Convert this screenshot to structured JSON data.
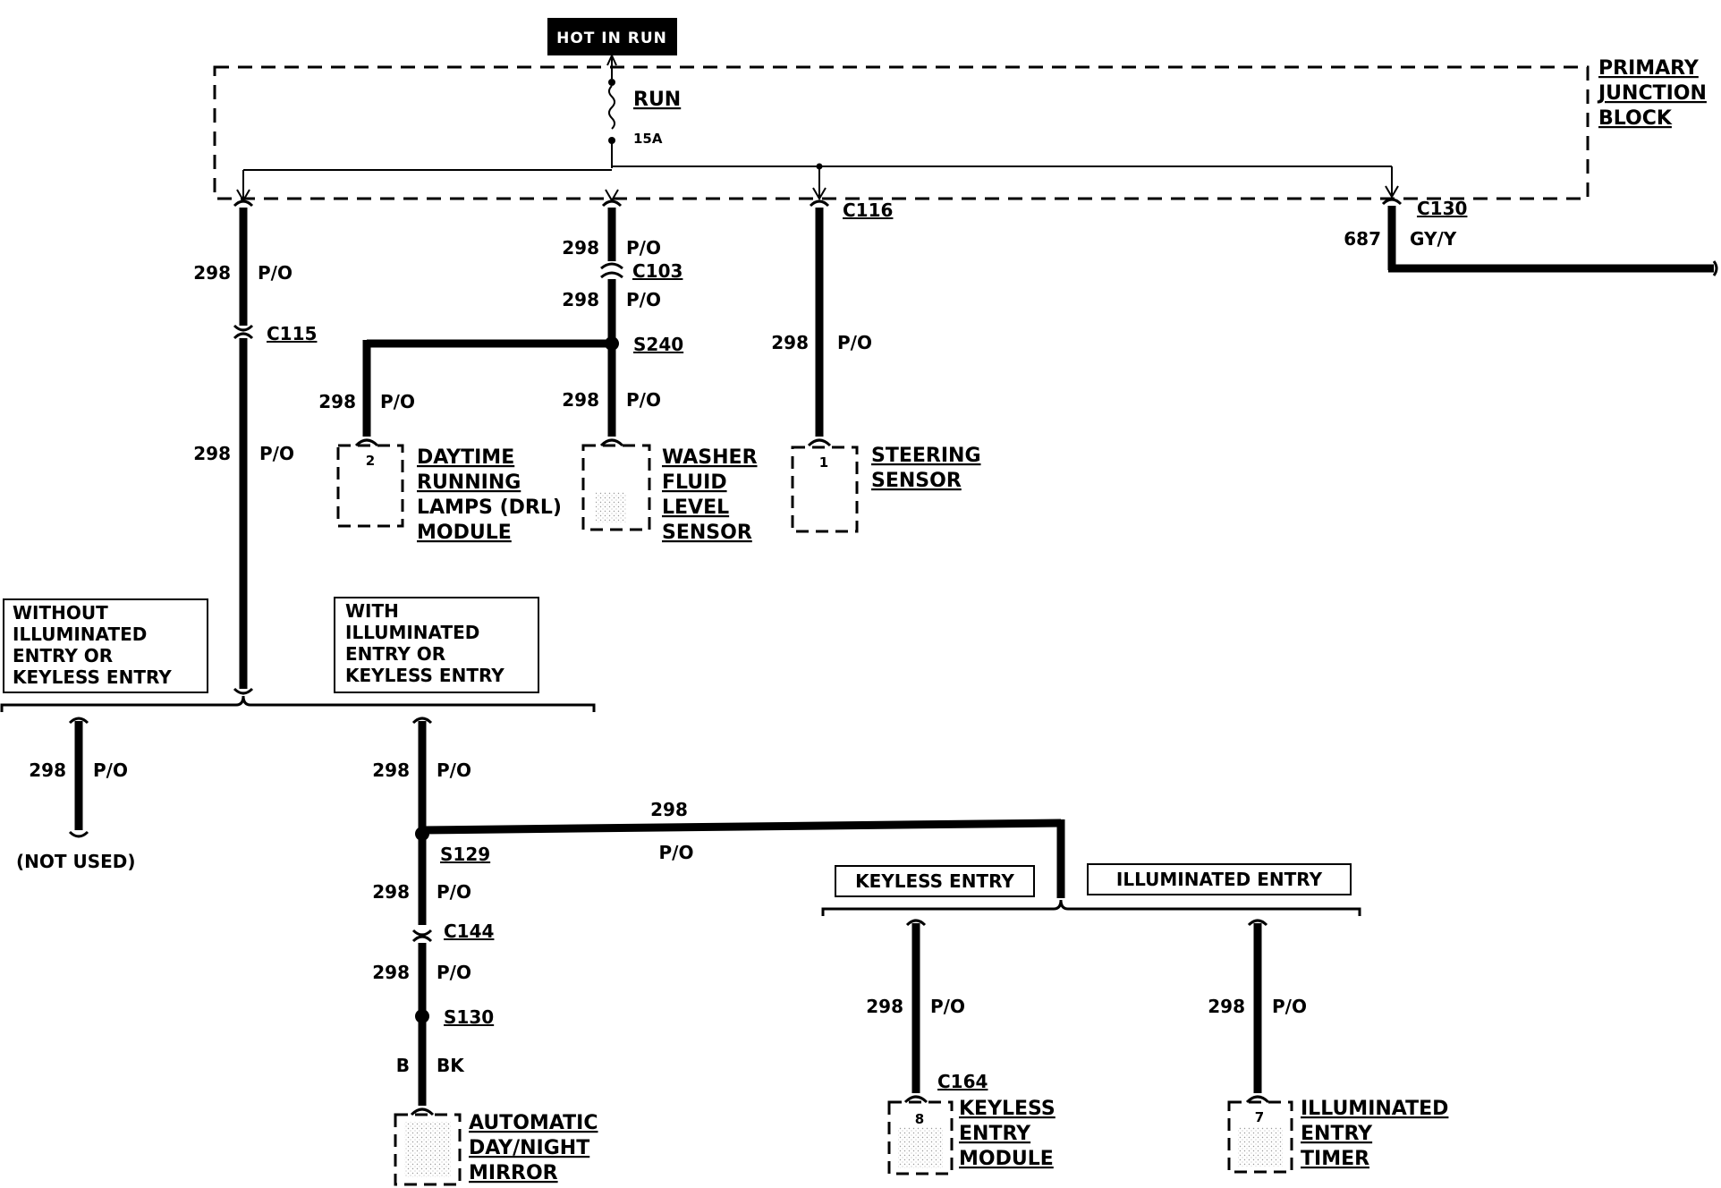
{
  "top_label": "HOT IN RUN",
  "fuse": {
    "name": "RUN",
    "rating": "15A"
  },
  "junction_block": [
    "PRIMARY",
    "JUNCTION",
    "BLOCK"
  ],
  "connectors": {
    "c115": "C115",
    "c103": "C103",
    "c116": "C116",
    "c130": "C130",
    "c144": "C144",
    "c164": "C164"
  },
  "splices": {
    "s240": "S240",
    "s129": "S129",
    "s130": "S130"
  },
  "wires": {
    "c115_up_num": "298",
    "c115_up_col": "P/O",
    "c115_dn_num": "298",
    "c115_dn_col": "P/O",
    "c103_up_num": "298",
    "c103_up_col": "P/O",
    "c103_dn_num": "298",
    "c103_dn_col": "P/O",
    "drl_num": "298",
    "drl_col": "P/O",
    "washer_num": "298",
    "washer_col": "P/O",
    "steer_num": "298",
    "steer_col": "P/O",
    "c130_num": "687",
    "c130_col": "GY/Y",
    "nu_num": "298",
    "nu_col": "P/O",
    "with_num": "298",
    "with_col": "P/O",
    "s129_h_num": "298",
    "s129_h_col": "P/O",
    "s129_dn_num": "298",
    "s129_dn_col": "P/O",
    "c144_dn_num": "298",
    "c144_dn_col": "P/O",
    "s130_dn_num": "B",
    "s130_dn_col": "BK",
    "kem_num": "298",
    "kem_col": "P/O",
    "iet_num": "298",
    "iet_col": "P/O"
  },
  "components": {
    "drl": {
      "pin": "2",
      "label": [
        "DAYTIME",
        "RUNNING",
        "LAMPS (DRL)",
        "MODULE"
      ]
    },
    "washer": {
      "label": [
        "WASHER",
        "FLUID",
        "LEVEL",
        "SENSOR"
      ]
    },
    "steering": {
      "pin": "1",
      "label": [
        "STEERING",
        "SENSOR"
      ]
    },
    "mirror": {
      "label": [
        "AUTOMATIC",
        "DAY/NIGHT",
        "MIRROR"
      ]
    },
    "keyless_module": {
      "pin": "8",
      "label": [
        "KEYLESS",
        "ENTRY",
        "MODULE"
      ]
    },
    "illum_timer": {
      "pin": "7",
      "label": [
        "ILLUMINATED",
        "ENTRY",
        "TIMER"
      ]
    }
  },
  "options": {
    "without": [
      "WITHOUT",
      "ILLUMINATED",
      "ENTRY OR",
      "KEYLESS ENTRY"
    ],
    "with": [
      "WITH",
      "ILLUMINATED",
      "ENTRY OR",
      "KEYLESS ENTRY"
    ],
    "keyless": "KEYLESS ENTRY",
    "illuminated": "ILLUMINATED ENTRY"
  },
  "not_used": "(NOT USED)",
  "colors": {
    "wire": "#000000",
    "background": "#ffffff",
    "label_bg": "#000000",
    "label_text": "#ffffff"
  }
}
